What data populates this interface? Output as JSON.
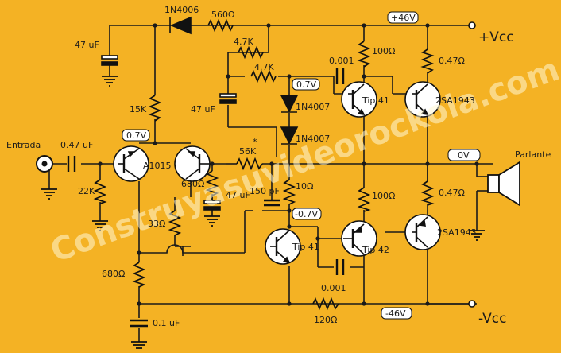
{
  "labels": {
    "entrada": "Entrada",
    "c_in": "0.47 uF",
    "r_in": "22K",
    "c_bs": "47 uF",
    "d_top": "1N4006",
    "r_560": "560Ω",
    "r_47k_a": "4.7K",
    "r_47k_b": "4.7K",
    "r_15k": "15K",
    "c_47_mid": "47 uF",
    "c_0001_top": "0.001",
    "r_100_top": "100Ω",
    "r_047_top": "0.47Ω",
    "v_plus46": "+46V",
    "vcc_plus": "+Vcc",
    "v_07_left": "0.7V",
    "v_07_mid": "0.7V",
    "d1": "1N4007",
    "d2": "1N4007",
    "tip41_top": "Tip 41",
    "sa1943_top": "2SA1943",
    "a1015": "A1015",
    "r_56k": "56K",
    "r_56k_mark": "*",
    "r_680_mid": "680Ω",
    "c_47_low": "47 uF",
    "c_150p": "150 pF",
    "r_10": "10Ω",
    "v_0": "0V",
    "parlante": "Parlante",
    "r_100_bot": "100Ω",
    "r_047_bot": "0.47Ω",
    "v_m07": "-0.7V",
    "r_33": "33Ω",
    "tip41_bot": "Tip 41",
    "tip42": "Tip 42",
    "sa1943_bot": "2SA1943",
    "r_680_bot": "680Ω",
    "c_0001_bot": "0.001",
    "r_120": "120Ω",
    "v_minus46": "-46V",
    "vcc_minus": "-Vcc",
    "c_01": "0.1 uF"
  },
  "watermark": "Construyasuvideorockola.com",
  "colors": {
    "background": "#f4b224",
    "wire": "#1a1a1a",
    "component": "#111111",
    "transistor_fill": "#ffffff",
    "label_box": "#ffffff"
  }
}
